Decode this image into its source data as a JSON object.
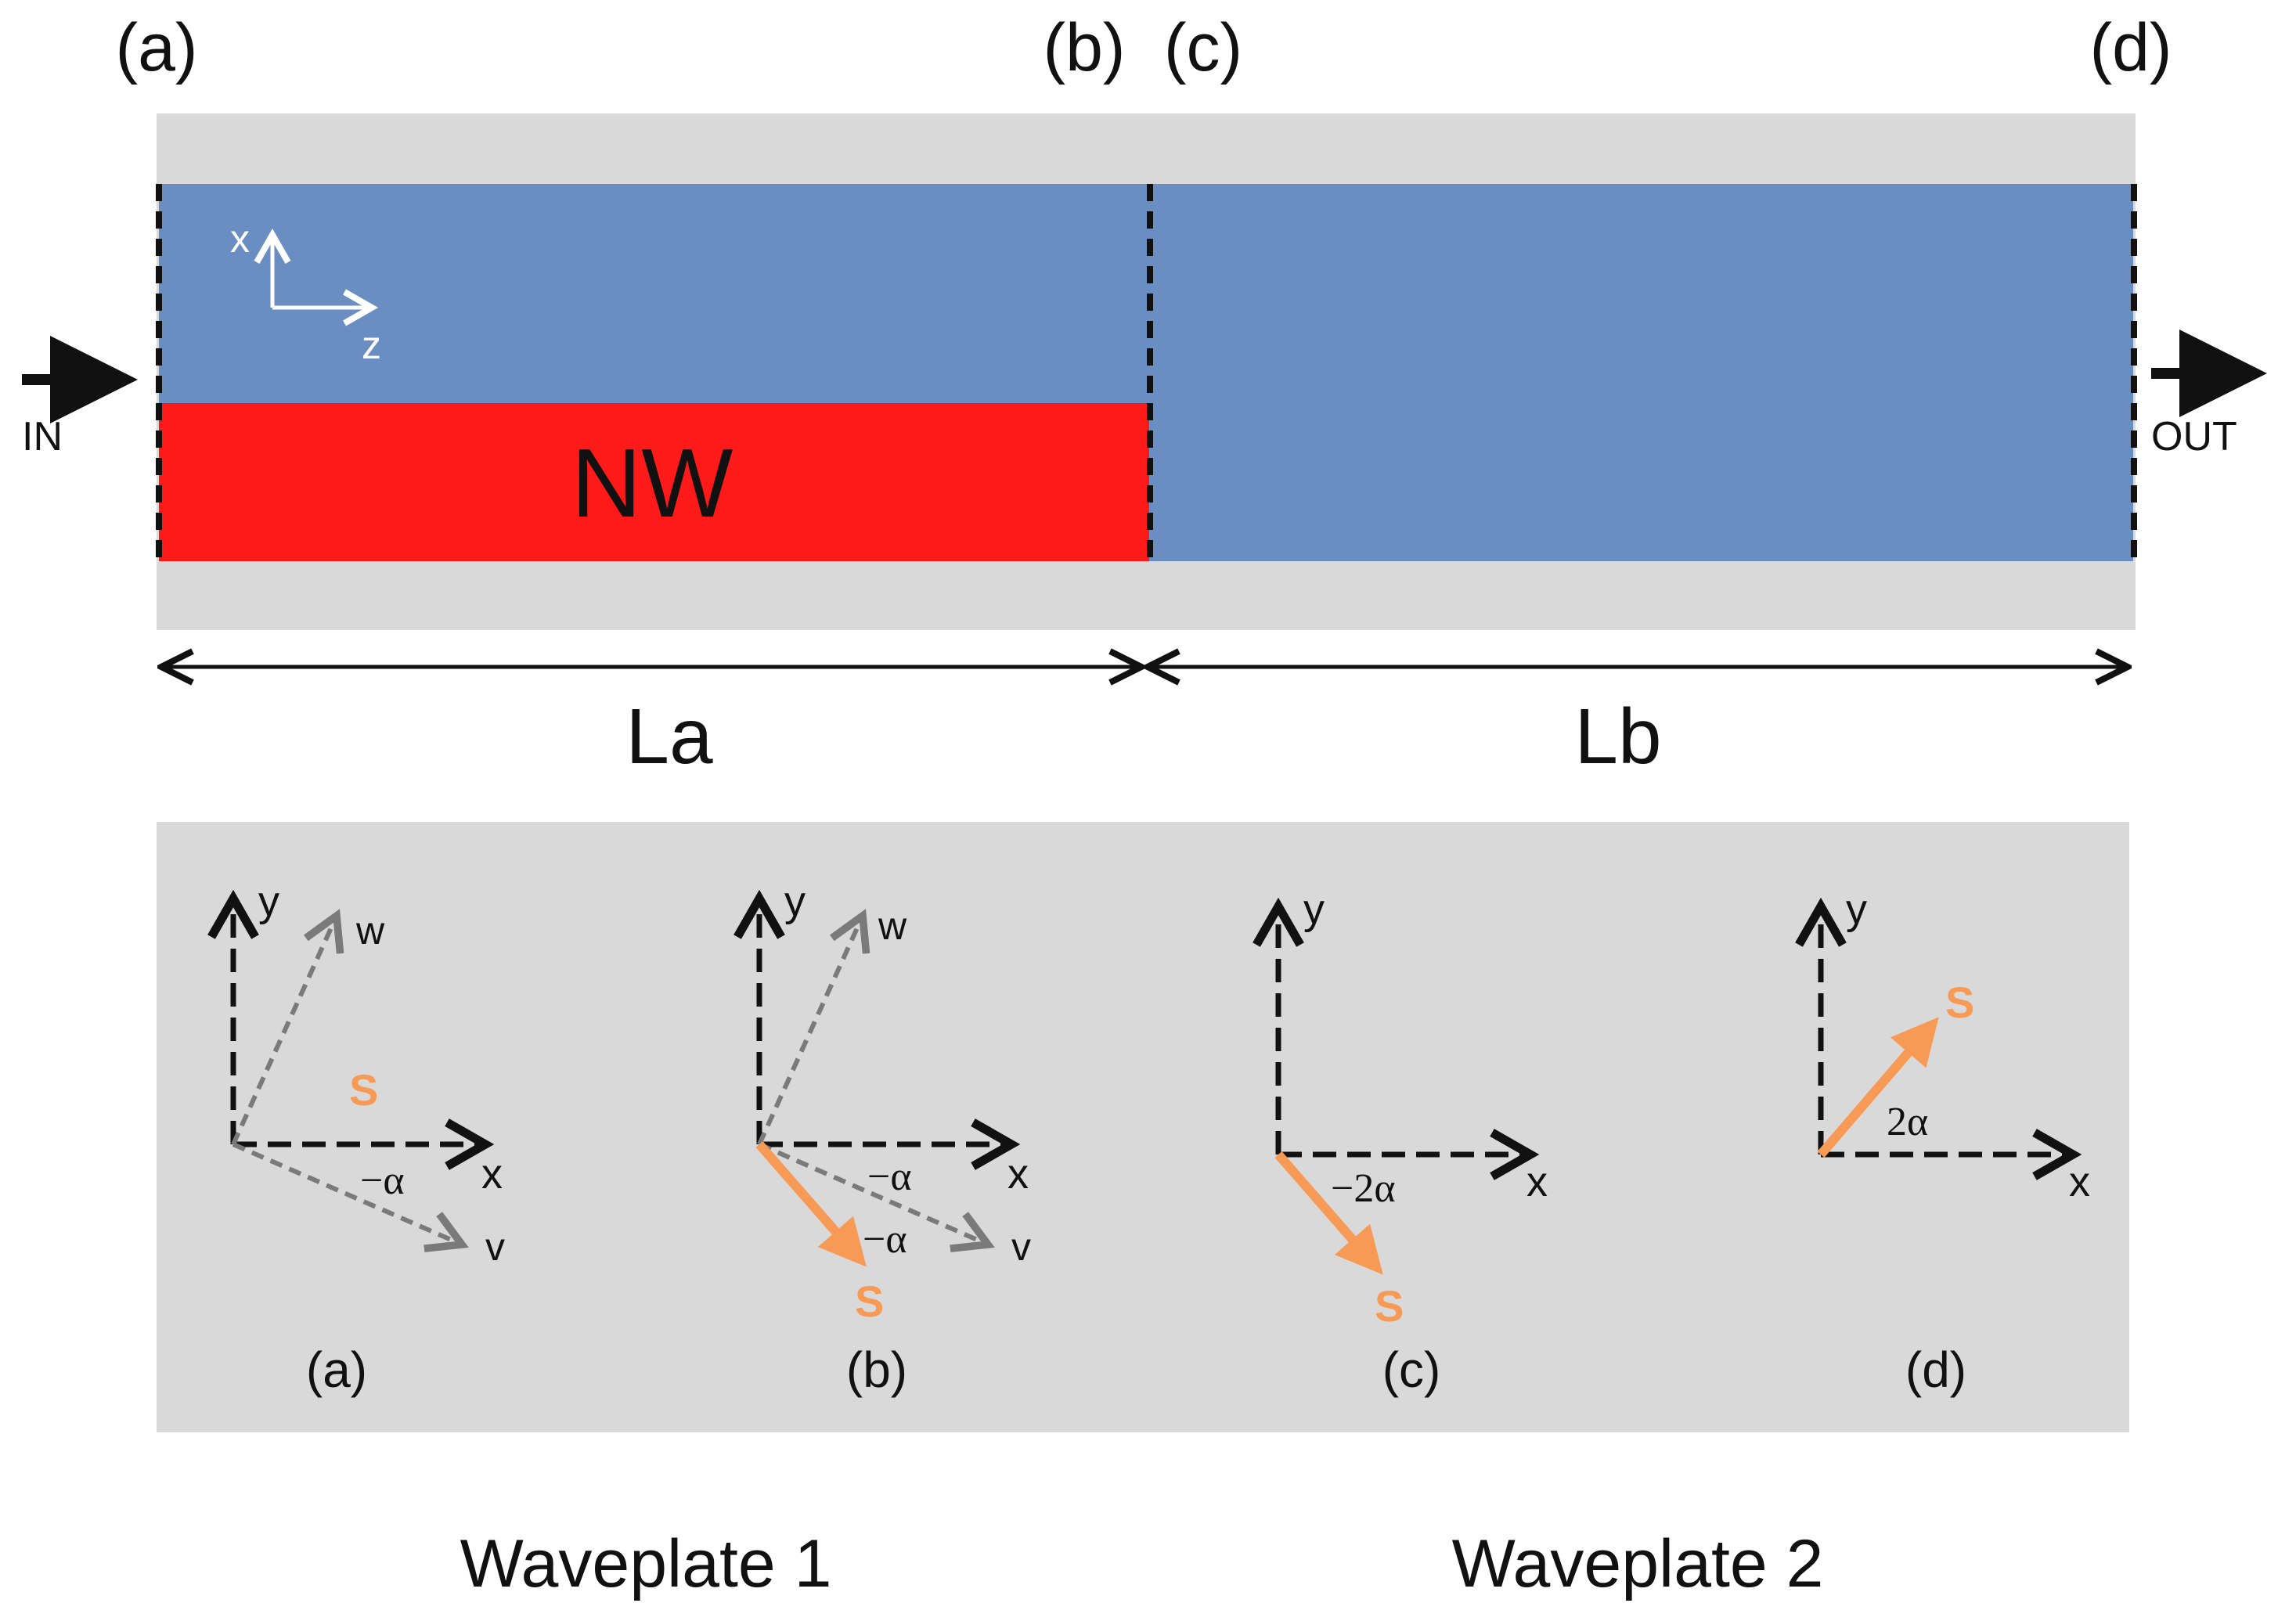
{
  "colors": {
    "gray_panel": "#d9d9d9",
    "waveguide_blue": "#6b8ec2",
    "nanowire_red": "#ff1a1a",
    "s_vector_orange": "#f79a55",
    "axis_black": "#111111",
    "dashed_gray": "#7a7a7a"
  },
  "top": {
    "section_labels": [
      "(a)",
      "(b)",
      "(c)",
      "(d)"
    ],
    "in_label": "IN",
    "out_label": "OUT",
    "nw_label": "NW",
    "coord_x_label": "x",
    "coord_z_label": "z",
    "length_a_label": "La",
    "length_b_label": "Lb"
  },
  "panels": [
    {
      "caption": "(a)",
      "y_label": "y",
      "x_label": "x",
      "w_label": "w",
      "v_label": "v",
      "s_label": "S",
      "angle_label": "−α"
    },
    {
      "caption": "(b)",
      "y_label": "y",
      "x_label": "x",
      "w_label": "w",
      "v_label": "v",
      "s_label": "S",
      "angle_label": "−α",
      "angle2_label": "−α"
    },
    {
      "caption": "(c)",
      "y_label": "y",
      "x_label": "x",
      "s_label": "S",
      "angle_label": "−2α"
    },
    {
      "caption": "(d)",
      "y_label": "y",
      "x_label": "x",
      "s_label": "S",
      "angle_label": "2α"
    }
  ],
  "bottom": {
    "waveplate1": "Waveplate 1",
    "waveplate2": "Waveplate 2"
  }
}
